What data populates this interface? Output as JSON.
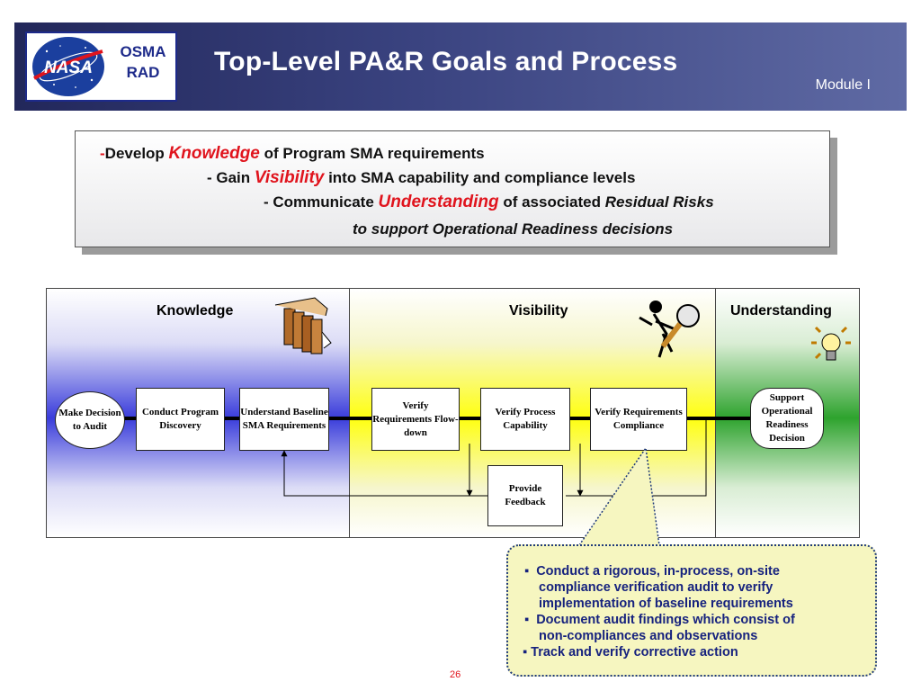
{
  "header": {
    "logo": {
      "wordmark": "NASA",
      "org_line1": "OSMA",
      "org_line2": "RAD"
    },
    "title": "Top-Level PA&R Goals and Process",
    "module": "Module I"
  },
  "goals": {
    "line1": {
      "dash": "-",
      "prefix": "Develop ",
      "emphasis": "Knowledge",
      "suffix": " of Program SMA requirements"
    },
    "line2": {
      "prefix": "- Gain ",
      "emphasis": "Visibility",
      "suffix": " into SMA capability and compliance levels"
    },
    "line3": {
      "prefix": "- Communicate ",
      "emphasis": "Understanding",
      "middle": " of associated ",
      "italic": "Residual Risks"
    },
    "line4": "to support Operational Readiness decisions"
  },
  "diagram": {
    "zones": {
      "knowledge": "Knowledge",
      "visibility": "Visibility",
      "understanding": "Understanding"
    },
    "icons": {
      "knowledge": "books-icon",
      "visibility": "magnifier-figure-icon",
      "understanding": "lightbulb-icon"
    },
    "steps": {
      "make_decision": "Make Decision to Audit",
      "conduct_discovery": "Conduct Program Discovery",
      "understand_baseline": "Understand Baseline SMA Requirements",
      "verify_flowdown": "Verify Requirements Flow-down",
      "verify_capability": "Verify Process Capability",
      "verify_compliance": "Verify Requirements Compliance",
      "support_decision": "Support Operational Readiness Decision",
      "provide_feedback": "Provide Feedback"
    },
    "colors": {
      "knowledge": "#3a3ddb",
      "visibility": "#ffff10",
      "understanding": "#2ea32e"
    }
  },
  "callout": {
    "bullets": [
      [
        "Conduct a rigorous, in-process, on-site",
        "compliance verification audit to verify",
        "implementation of baseline requirements"
      ],
      [
        "Document audit findings which consist of",
        "non-compliances and observations"
      ],
      [
        "Track and verify corrective action"
      ]
    ]
  },
  "page_number": "26"
}
